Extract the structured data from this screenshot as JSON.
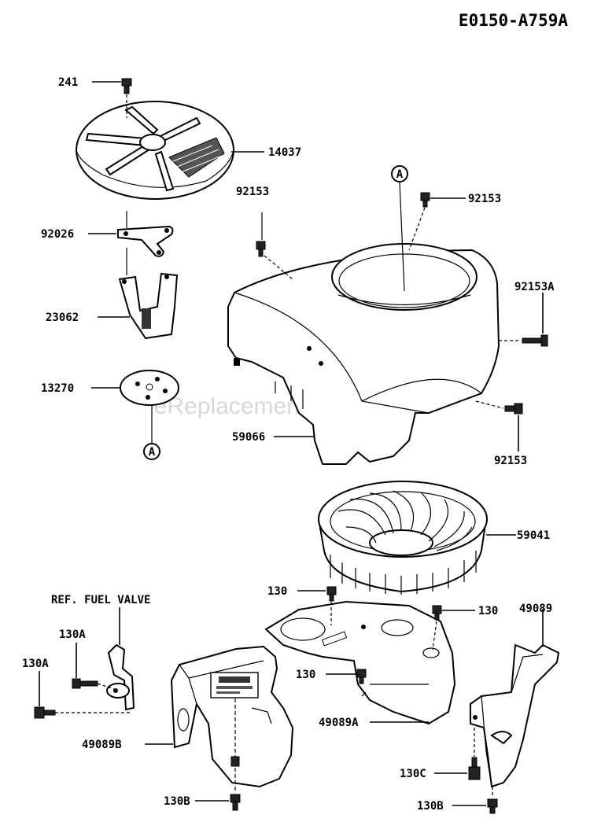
{
  "diagram_code": "E0150-A759A",
  "watermark": "eReplacementParts.com",
  "callout_marker": "A",
  "ref_note": "REF. FUEL  VALVE",
  "part_labels": {
    "p241": "241",
    "p14037": "14037",
    "p92026": "92026",
    "p23062": "23062",
    "p13270": "13270",
    "p92153_left": "92153",
    "p92153_top": "92153",
    "p92153A": "92153A",
    "p92153_bottom": "92153",
    "p59066": "59066",
    "p59041": "59041",
    "p130_top": "130",
    "p130_right": "130",
    "p130_mid": "130",
    "p49089": "49089",
    "p49089A": "49089A",
    "p49089B": "49089B",
    "p130A_upper": "130A",
    "p130A_lower": "130A",
    "p130C": "130C",
    "p130B_left": "130B",
    "p130B_right": "130B"
  }
}
